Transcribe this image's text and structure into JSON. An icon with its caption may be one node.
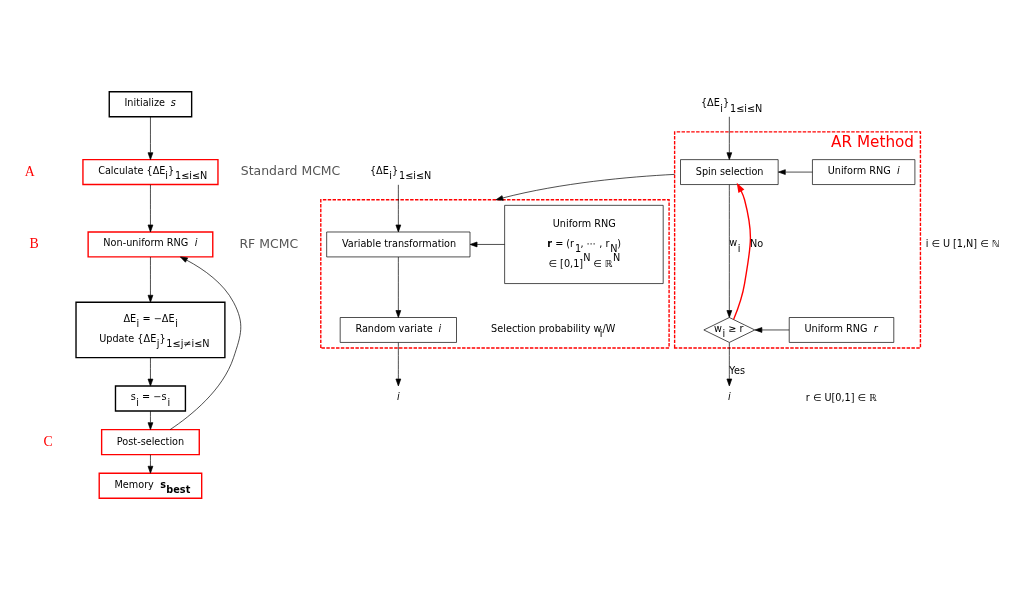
{
  "diagram": {
    "nodes": [
      {
        "text": [
          "Initialize *s*"
        ]
      },
      {
        "text": [
          "Calculate {ΔE$_{i}$}$_{1≤i≤N}$"
        ],
        "beside": [
          "A"
        ]
      },
      {
        "text": [
          "Non-uniform RNG *i*"
        ],
        "beside": [
          "B"
        ]
      },
      {
        "text": [
          "ΔE$_{i}$ = −ΔE$_{i}$",
          "Update {ΔE$_{j}$}$_{1≤j≠i≤N}$"
        ]
      },
      {
        "text": [
          "s$_{i}$ = −s$_{i}$"
        ]
      },
      {
        "text": [
          "Post-selection"
        ],
        "beside": [
          "C"
        ]
      },
      {
        "text": [
          "Memory **s$_{best}$**"
        ]
      },
      {
        "text": [
          "{ΔE$_{i}$}$_{1≤i≤N}$"
        ]
      },
      {
        "text": [
          "AR Method"
        ]
      },
      {
        "text": [
          "Spin selection"
        ],
        "in": 8
      },
      {
        "text": [
          "w$_{i}$ ≥ r"
        ],
        "in": 8
      },
      {
        "text": [
          "Uniform RNG *i*"
        ],
        "in": 8
      },
      {
        "text": [
          "Uniform RNG *r*"
        ],
        "in": 8
      },
      {
        "text": [
          "*i*"
        ]
      },
      {
        "text": [
          "{ΔE$_{i}$}$_{1≤i≤N}$"
        ]
      },
      {
        "text": [],
        "shape": "box"
      },
      {
        "text": [
          "Variable transformation"
        ],
        "in": 15
      },
      {
        "text": [
          "Uniform RNG",
          "**r** = (r$_{1}$, ⋯ , r$_{N}$)",
          "∈ [0,1]$^{N}$ ∈ ℝ$^{N}$"
        ],
        "in": 15
      },
      {
        "text": [
          "Random variate *i*"
        ],
        "in": 15,
        "beside": [
          "Selection probability w$_{i}$/W"
        ]
      },
      {
        "text": [
          "*i*"
        ]
      }
    ],
    "edges": [
      {
        "from": 0,
        "to": 1,
        "arrow": "to"
      },
      {
        "from": 1,
        "to": 2,
        "arrow": "to"
      },
      {
        "from": 2,
        "to": 3,
        "arrow": "to"
      },
      {
        "from": 3,
        "to": 4,
        "arrow": "to"
      },
      {
        "from": 4,
        "to": 5,
        "arrow": "to"
      },
      {
        "from": 5,
        "to": 6,
        "arrow": "to"
      },
      {
        "from": 5,
        "to": 2,
        "arrow": "to"
      },
      {
        "from": 7,
        "to": 9,
        "arrow": "to"
      },
      {
        "from": 9,
        "to": 10,
        "arrow": "to",
        "label": "w$_{i}$"
      },
      {
        "from": 11,
        "to": 9,
        "arrow": "to"
      },
      {
        "from": 12,
        "to": 10,
        "arrow": "to"
      },
      {
        "from": 10,
        "to": 9,
        "arrow": "to",
        "label": "No",
        "color": "#ff0000"
      },
      {
        "from": 10,
        "to": 13,
        "arrow": "to",
        "label": "Yes"
      },
      {
        "from": 8,
        "to": 15,
        "arrow": "to"
      },
      {
        "from": 14,
        "to": 16,
        "arrow": "to"
      },
      {
        "from": 17,
        "to": 16,
        "arrow": "to"
      },
      {
        "from": 16,
        "to": 18,
        "arrow": "to"
      },
      {
        "from": 18,
        "to": 19,
        "arrow": "to"
      }
    ],
    "labels": [
      "Standard MCMC",
      "i ∈ U [1,N] ∈ ℕ",
      "r ∈ U[0,1] ∈ ℝ",
      "RF MCMC"
    ]
  }
}
